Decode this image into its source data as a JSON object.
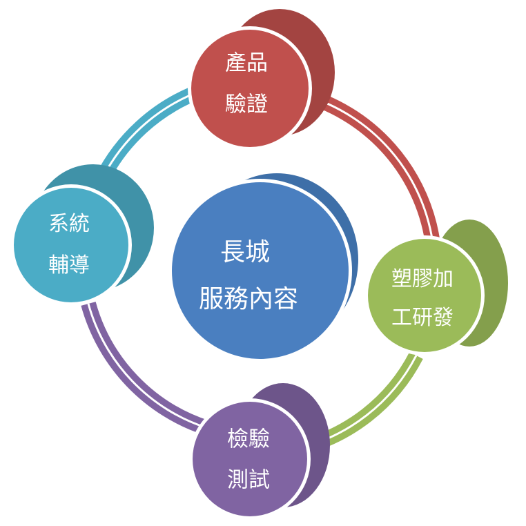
{
  "center": {
    "lines": [
      "長城",
      "服務內容"
    ],
    "color": "#4a7fc0"
  },
  "nodes": [
    {
      "id": "product-verification",
      "lines": [
        "產品",
        "驗證"
      ],
      "color": "#c0504d"
    },
    {
      "id": "plastic-rnd",
      "lines": [
        "塑膠加",
        "工研發"
      ],
      "color": "#9bbb59"
    },
    {
      "id": "inspection-testing",
      "lines": [
        "檢驗",
        "測試"
      ],
      "color": "#8064a2"
    },
    {
      "id": "system-guidance",
      "lines": [
        "系統",
        "輔導"
      ],
      "color": "#4bacc6"
    }
  ]
}
